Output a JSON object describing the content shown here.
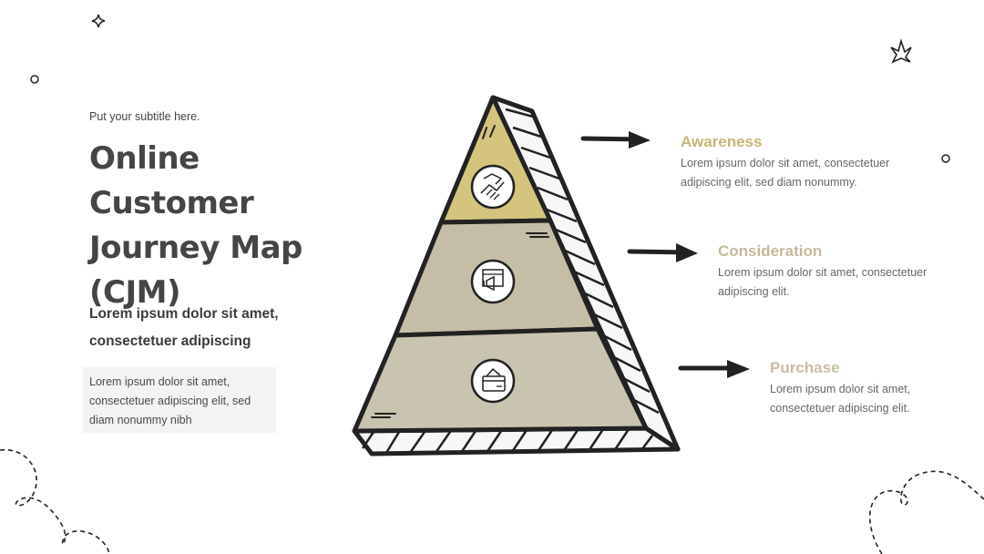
{
  "header": {
    "subtitle": "Put your subtitle here.",
    "title": "Online Customer Journey Map (CJM)"
  },
  "lead_text": "Lorem ipsum dolor sit amet, consectetuer adipiscing",
  "note_text": "Lorem ipsum dolor sit amet, consectetuer adipiscing elit, sed diam nonummy nibh",
  "stages": [
    {
      "title": "Awareness",
      "description": "Lorem ipsum dolor sit amet, consectetuer adipiscing elit, sed diam nonummy.",
      "color": "#c8b777",
      "icon": "handshake-icon"
    },
    {
      "title": "Consideration",
      "description": "Lorem ipsum dolor sit amet, consectetuer adipiscing elit.",
      "color": "#c4b99b",
      "icon": "megaphone-browser-icon"
    },
    {
      "title": "Purchase",
      "description": "Lorem ipsum dolor sit amet, consectetuer adipiscing elit.",
      "color": "#c9bea3",
      "icon": "credit-card-icon"
    }
  ],
  "colors": {
    "level_1_fill": "#d4c47e",
    "level_2_fill": "#c6bda6",
    "level_3_fill": "#c8c4b0",
    "outline": "#222222"
  }
}
